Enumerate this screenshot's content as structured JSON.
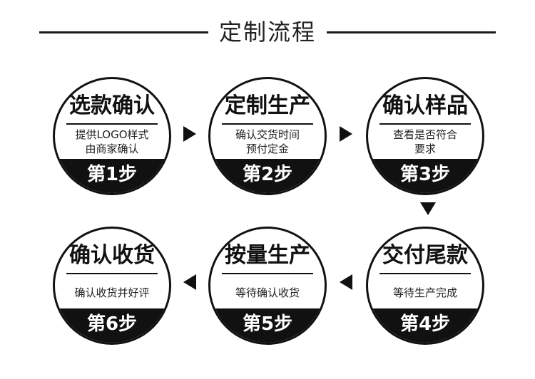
{
  "header": {
    "title": "定制流程"
  },
  "steps": [
    {
      "title": "选款确认",
      "desc": [
        "提供LOGO样式",
        "由商家确认"
      ],
      "label": "第1步"
    },
    {
      "title": "定制生产",
      "desc": [
        "确认交货时间",
        "预付定金"
      ],
      "label": "第2步"
    },
    {
      "title": "确认样品",
      "desc": [
        "查看是否符合",
        "要求"
      ],
      "label": "第3步"
    },
    {
      "title": "交付尾款",
      "desc": [
        "等待生产完成"
      ],
      "label": "第4步"
    },
    {
      "title": "按量生产",
      "desc": [
        "等待确认收货"
      ],
      "label": "第5步"
    },
    {
      "title": "确认收货",
      "desc": [
        "确认收货并好评"
      ],
      "label": "第6步"
    }
  ],
  "icons": {
    "arrow": "triangle-arrow-icon"
  },
  "colors": {
    "ink": "#111111",
    "background": "#ffffff"
  }
}
